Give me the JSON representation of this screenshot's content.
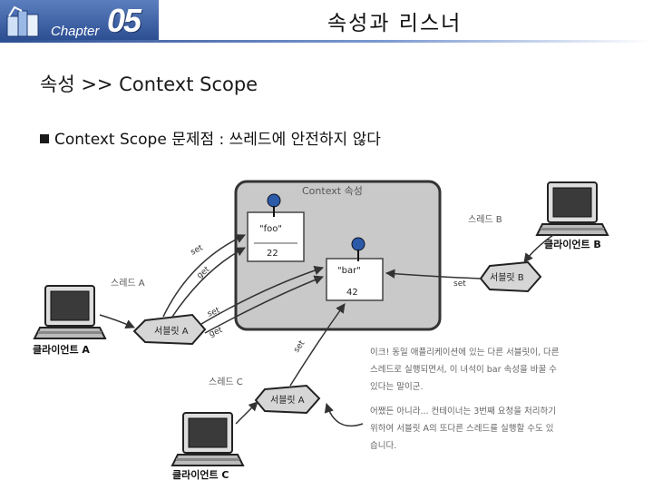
{
  "header": {
    "chapter_word": "Chapter",
    "chapter_number": "05",
    "title": "속성과 리스너"
  },
  "subtitle": "속성 >> Context Scope",
  "bullet": "Context Scope 문제점 : 쓰레드에 안전하지 않다",
  "diagram": {
    "context_box_label": "Context 속성",
    "attr_foo_name": "\"foo\"",
    "attr_foo_value": "22",
    "attr_bar_name": "\"bar\"",
    "attr_bar_value": "42",
    "servlet_a_left": "서블릿 A",
    "servlet_b": "서블릿 B",
    "servlet_a_bottom": "서블릿 A",
    "client_a": "클라이언트 A",
    "client_b": "클라이언트 B",
    "client_c": "클라이언트 C",
    "thread_a": "스레드 A",
    "thread_b": "스레드 B",
    "thread_c": "스레드 C",
    "label_set_1": "set",
    "label_get_1": "get",
    "label_set_2": "set",
    "label_get_2": "get",
    "label_set_3": "set",
    "label_set_b": "set",
    "note_lines": [
      "이크! 동일 애플리케이션에 있는 다른 서블릿이, 다른",
      "스레드로 실행되면서, 이 녀석이 bar 속성을 바꿀 수",
      "있다는 말이군.",
      "어쨌든 아니라... 컨테이너는 3번째 요청을 처리하기",
      "위하여 서블릿 A의 또다른 스레드를 실행할 수도 있",
      "습니다."
    ]
  }
}
